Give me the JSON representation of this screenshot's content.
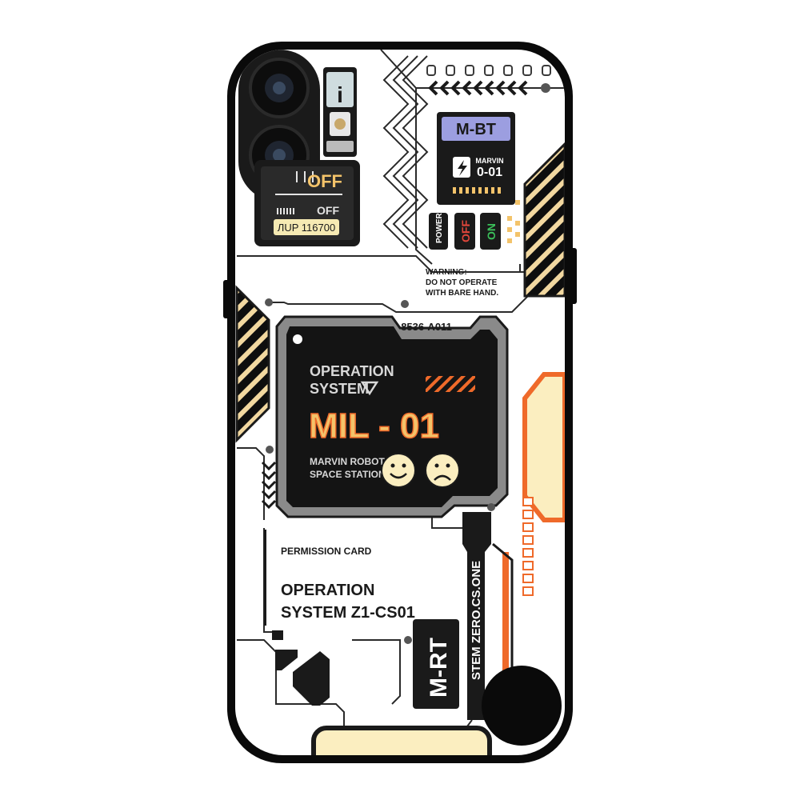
{
  "palette": {
    "case_black": "#0a0a0a",
    "panel_white": "#ffffff",
    "screen_black": "#141414",
    "bezel_gray": "#8a8a8a",
    "accent_orange": "#ef6a2a",
    "cream": "#fbeec0",
    "gold": "#f3c36a",
    "lavender": "#9c9ee0",
    "green_on": "#3bbf5a",
    "red_off": "#e0463a"
  },
  "labels": {
    "off_big": "OFF",
    "off_small": "OFF",
    "lcd_readout": "ЛUP 116700",
    "mbt_tag": "M-BT",
    "marvin_top": "MARVIN",
    "marvin_code": "0-01",
    "power": "POWER",
    "off_switch": "OFF",
    "on_switch": "ON",
    "warning_1": "WARNING:",
    "warning_2": "DO NOT OPERATE",
    "warning_3": "WITH BARE HAND.",
    "serial": "8536-A011",
    "op_system_1": "OPERATION",
    "op_system_2": "SYSTEM",
    "model": "MIL - 01",
    "station_1": "MARVIN ROBOT",
    "station_2": "SPACE STATION",
    "permission": "PERMISSION CARD",
    "op_card_1": "OPERATION",
    "op_card_2": "SYSTEM Z1-CS01",
    "vertical_stem": "STEM ZERO.CS.ONE",
    "vertical_mbt": "M-RT"
  },
  "icons": [
    "camera-lens-icon",
    "camera-lens-icon",
    "info-icon",
    "flash-icon",
    "lightning-icon",
    "smiley-happy-icon",
    "smiley-sad-icon",
    "triangle-down-icon",
    "screw-icon",
    "chevron-down-icon",
    "chevron-left-icon"
  ]
}
